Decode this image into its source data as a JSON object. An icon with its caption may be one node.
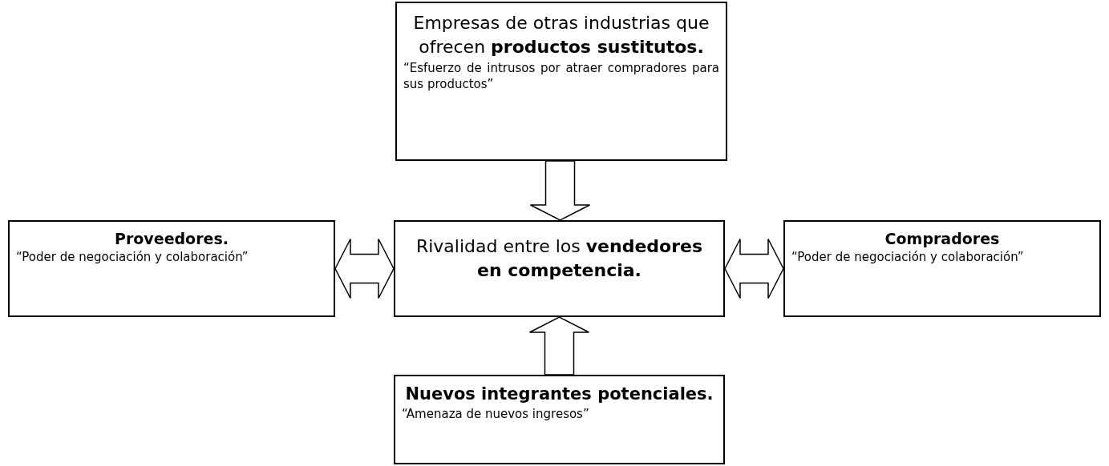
{
  "diagram": {
    "nodes": [
      {
        "text": [
          "Empresas de otras industrias que ofrecen **productos sustitutos.**",
          "“Esfuerzo de intrusos por atraer compradores para sus productos”"
        ]
      },
      {
        "text": [
          "Proveedores.",
          "“Poder de negociación y colaboración”"
        ]
      },
      {
        "text": [
          "Rivalidad entre los **vendedores en competencia.**"
        ]
      },
      {
        "text": [
          "Compradores",
          "“Poder de negociación y colaboración”"
        ]
      },
      {
        "text": [
          "Nuevos integrantes potenciales.",
          "“Amenaza de nuevos ingresos”"
        ]
      }
    ],
    "edges": [
      {
        "from": 0,
        "to": 2,
        "arrow": "to"
      },
      {
        "from": 1,
        "to": 2,
        "arrow": "both"
      },
      {
        "from": 2,
        "to": 3,
        "arrow": "both"
      },
      {
        "from": 4,
        "to": 2,
        "arrow": "to"
      }
    ]
  }
}
